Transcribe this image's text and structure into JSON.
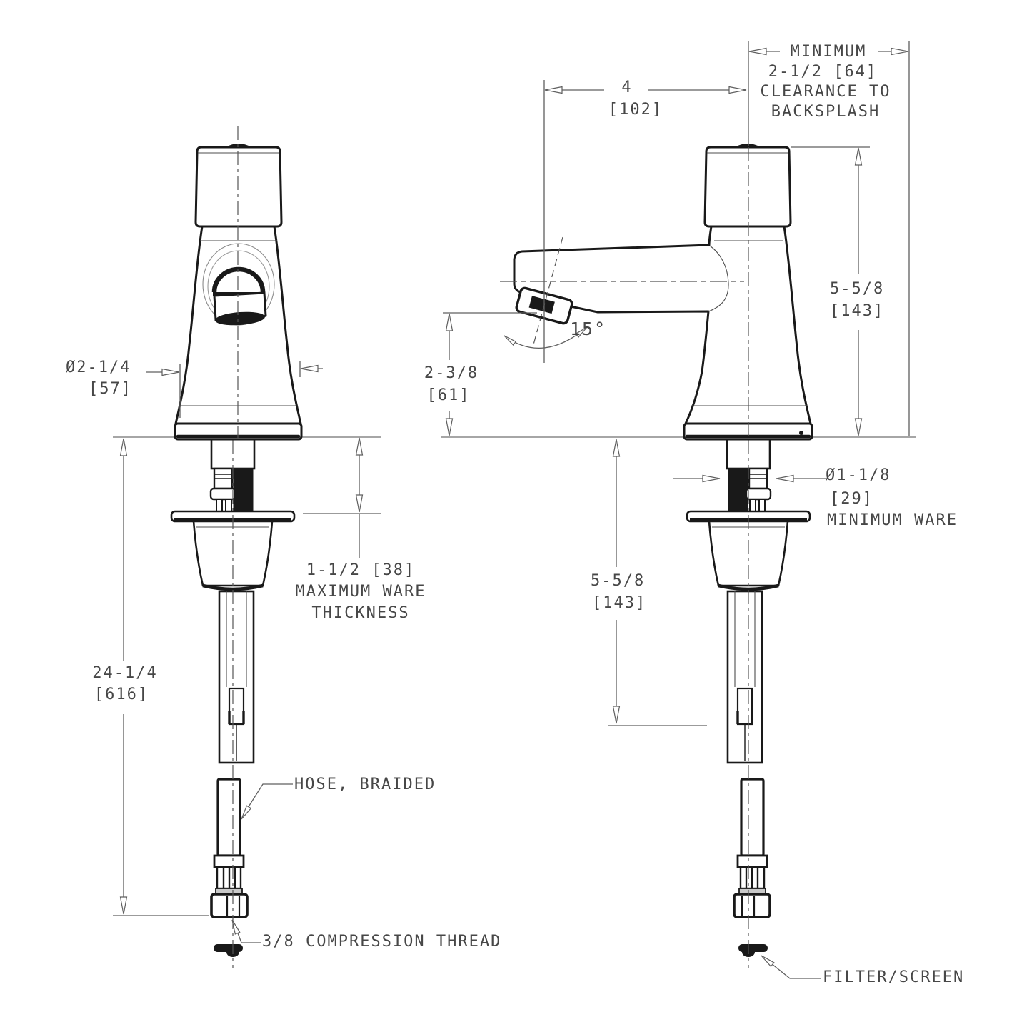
{
  "drawing": {
    "subject": "single-hole metering faucet, front and side elevation views"
  },
  "dims": {
    "spout_reach": {
      "in": "4",
      "mm": "[102]"
    },
    "backsplash_clearance": {
      "l1": "MINIMUM",
      "l2": "2-1/2 [64]",
      "l3": "CLEARANCE TO",
      "l4": "BACKSPLASH"
    },
    "height_above_deck": {
      "in": "5-5/8",
      "mm": "[143]"
    },
    "spout_angle": {
      "deg": "15°"
    },
    "outlet_height": {
      "in": "2-3/8",
      "mm": "[61]"
    },
    "base_diameter": {
      "in": "Ø2-1/4",
      "mm": "[57]"
    },
    "below_deck_height": {
      "in": "5-5/8",
      "mm": "[143]"
    },
    "shank_diameter": {
      "in": "Ø1-1/8",
      "mm": "[29]",
      "note": "MINIMUM WARE"
    },
    "ware_thickness": {
      "l1": "1-1/2 [38]",
      "l2": "MAXIMUM WARE",
      "l3": "THICKNESS"
    },
    "overall_length": {
      "in": "24-1/4",
      "mm": "[616]"
    }
  },
  "callouts": {
    "hose": "HOSE, BRAIDED",
    "compression_thread": "3/8 COMPRESSION THREAD",
    "filter_screen": "FILTER/SCREEN"
  },
  "colors": {
    "outline": "#191919",
    "dimension": "#5f5f5f",
    "text": "#474747",
    "background": "#ffffff"
  }
}
